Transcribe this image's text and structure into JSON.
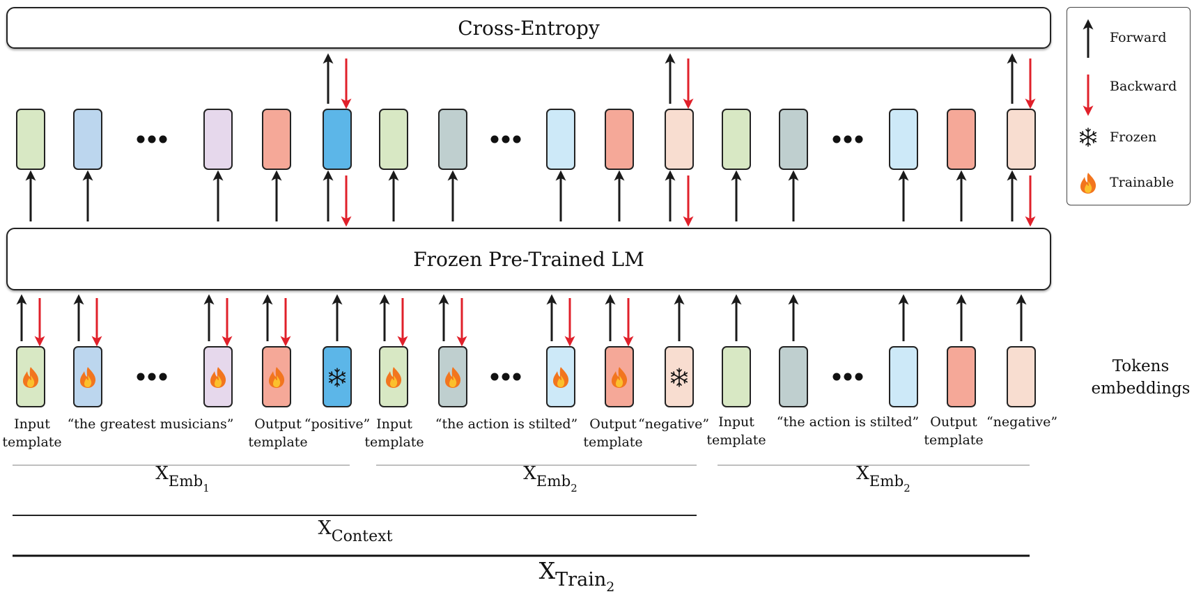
{
  "diagram": {
    "top_box_label": "Cross-Entropy",
    "lm_box_label": "Frozen Pre-Trained LM",
    "side_label_line1": "Tokens",
    "side_label_line2": "embeddings"
  },
  "legend": {
    "forward": "Forward",
    "backward": "Backward",
    "frozen": "Frozen",
    "trainable": "Trainable"
  },
  "colors": {
    "forward_arrow": "#1a1a1a",
    "backward_arrow": "#e0202a",
    "green": "#d8e8c4",
    "blue": "#bcd6ee",
    "lavender": "#e6d8ec",
    "salmon": "#f5a898",
    "bright_blue": "#5cb6e8",
    "gray": "#bfcfcf",
    "light_blue": "#cde9f8",
    "peach": "#f8ddd0"
  },
  "token_labels": [
    {
      "line1": "Input",
      "line2": "template"
    },
    {
      "line1": "“the greatest musicians”",
      "line2": ""
    },
    {
      "line1": "Output",
      "line2": "template"
    },
    {
      "line1": "“positive”",
      "line2": ""
    },
    {
      "line1": "Input",
      "line2": "template"
    },
    {
      "line1": "“the action is stilted”",
      "line2": ""
    },
    {
      "line1": "Output",
      "line2": "template"
    },
    {
      "line1": "“negative”",
      "line2": ""
    },
    {
      "line1": "Input",
      "line2": "template"
    },
    {
      "line1": "“the action is stilted”",
      "line2": ""
    },
    {
      "line1": "Output",
      "line2": "template"
    },
    {
      "line1": "“negative”",
      "line2": ""
    }
  ],
  "groups": [
    {
      "base": "X",
      "sub": "Emb",
      "subsub": "1"
    },
    {
      "base": "X",
      "sub": "Emb",
      "subsub": "2"
    },
    {
      "base": "X",
      "sub": "Emb",
      "subsub": "2"
    }
  ],
  "context": {
    "base": "X",
    "sub": "Context"
  },
  "train": {
    "base": "X",
    "sub": "Train",
    "subsub": "2"
  }
}
